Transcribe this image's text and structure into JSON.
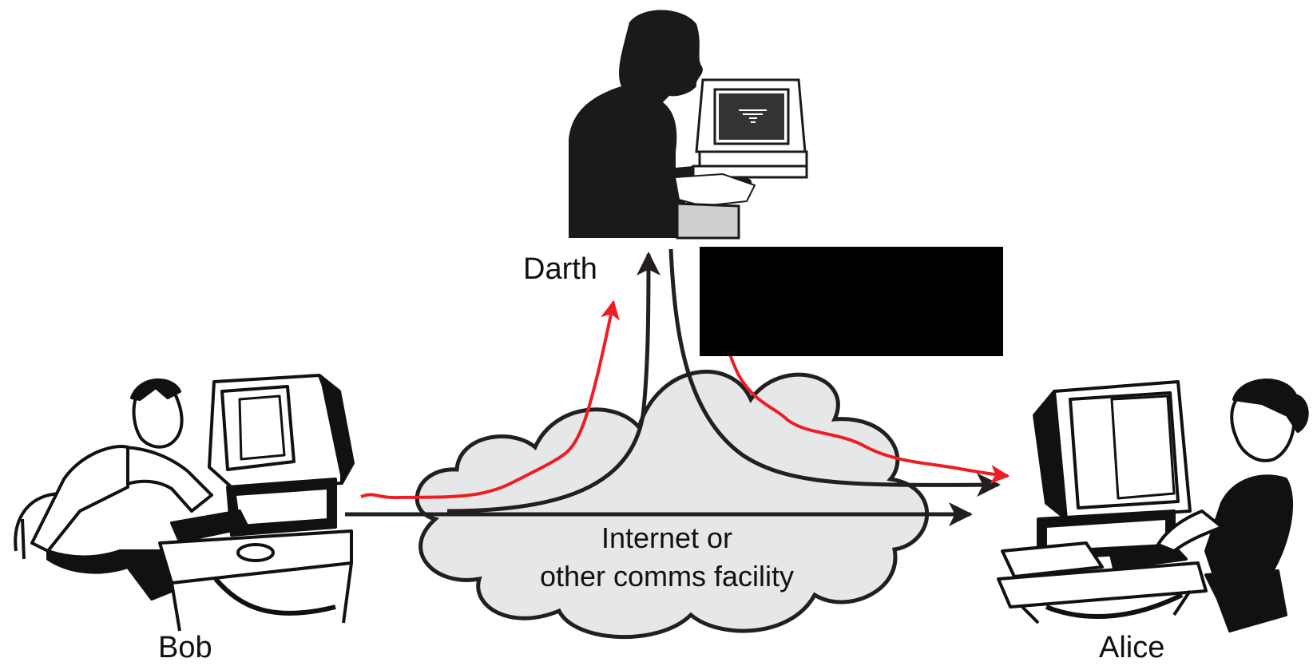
{
  "labels": {
    "darth": "Darth",
    "bob": "Bob",
    "alice": "Alice"
  },
  "cloud": {
    "line1": "Internet or",
    "line2": "other comms facility"
  },
  "colors": {
    "cloud_fill": "#e6e7e8",
    "stroke": "#231f20",
    "intercept_path": "#ee1c25",
    "redaction": "#000000"
  },
  "icons": [
    "bob-at-computer-icon",
    "darth-at-terminal-icon",
    "alice-at-computer-icon"
  ]
}
